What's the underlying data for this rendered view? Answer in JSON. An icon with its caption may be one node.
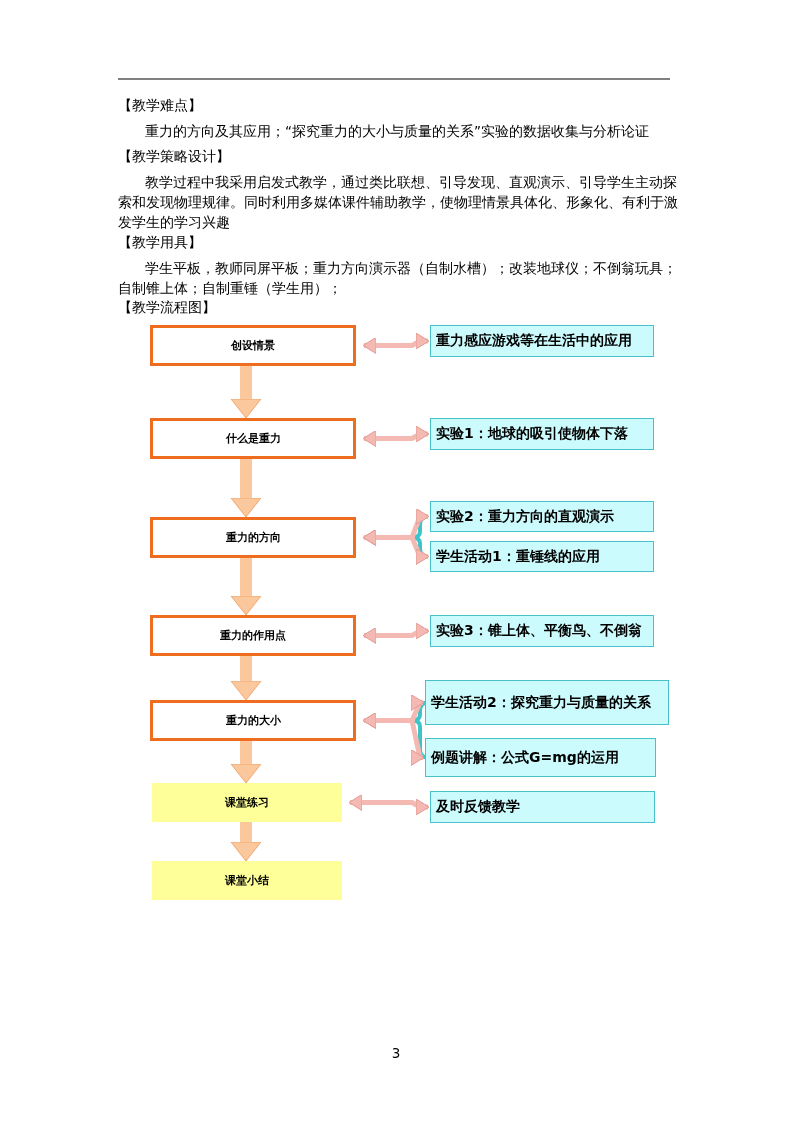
{
  "diagram": {
    "nodes": [
      {
        "text": [
          "创设情景"
        ]
      },
      {
        "text": [
          "重力感应游戏等在生活中的应用"
        ]
      },
      {
        "text": [
          "什么是重力"
        ]
      },
      {
        "text": [
          "实验1：地球的吸引使物体下落"
        ]
      },
      {
        "text": [
          "重力的方向"
        ]
      },
      {
        "text": [
          "实验2：重力方向的直观演示"
        ]
      },
      {
        "text": [
          "学生活动1：重锤线的应用"
        ]
      },
      {
        "text": [
          "重力的作用点"
        ]
      },
      {
        "text": [
          "实验3：锥上体、平衡鸟、不倒翁"
        ]
      },
      {
        "text": [
          "重力的大小"
        ]
      },
      {
        "text": [
          "学生活动2：探究重力与质量的关系"
        ]
      },
      {
        "text": [
          "例题讲解：公式G=mg的运用"
        ]
      },
      {
        "text": [
          "课堂练习"
        ]
      },
      {
        "text": [
          "及时反馈教学"
        ]
      },
      {
        "text": [
          "课堂小结"
        ]
      }
    ],
    "edges": [
      {
        "from": 0,
        "to": 1,
        "arrow": "both"
      },
      {
        "from": 0,
        "to": 2,
        "arrow": "to",
        "style": "thick"
      },
      {
        "from": 2,
        "to": 3,
        "arrow": "both"
      },
      {
        "from": 2,
        "to": 4,
        "arrow": "to",
        "style": "thick"
      },
      {
        "from": 4,
        "to": 5,
        "arrow": "both"
      },
      {
        "from": 4,
        "to": 6,
        "arrow": "both"
      },
      {
        "from": 4,
        "to": 7,
        "arrow": "to",
        "style": "thick"
      },
      {
        "from": 7,
        "to": 8,
        "arrow": "both"
      },
      {
        "from": 7,
        "to": 9,
        "arrow": "to",
        "style": "thick"
      },
      {
        "from": 9,
        "to": 10,
        "arrow": "both"
      },
      {
        "from": 9,
        "to": 11,
        "arrow": "both"
      },
      {
        "from": 9,
        "to": 12,
        "arrow": "to",
        "style": "thick"
      },
      {
        "from": 12,
        "to": 13,
        "arrow": "both"
      },
      {
        "from": 12,
        "to": 14,
        "arrow": "to",
        "style": "thick"
      }
    ],
    "labels": [
      "【教学难点】",
      "重力的方向及其应用；“探究重力的大小与质量的关系”实验的数据收集与分析论证",
      "【教学策略设计】",
      "教学过程中我采用启发式教学，通过类比联想、引导发现、直观演示、引导学生主动探索和发现物理规律。同时利用多媒体课件辅助教学，使物理情景具体化、形象化、有利于激发学生的学习兴趣",
      "【教学用具】",
      "学生平板，教师同屏平板；重力方向演示器（自制水槽）；改装地球仪；不倒翁玩具；自制锥上体；自制重锤（学生用）；",
      "【教学流程图】",
      "3"
    ]
  }
}
